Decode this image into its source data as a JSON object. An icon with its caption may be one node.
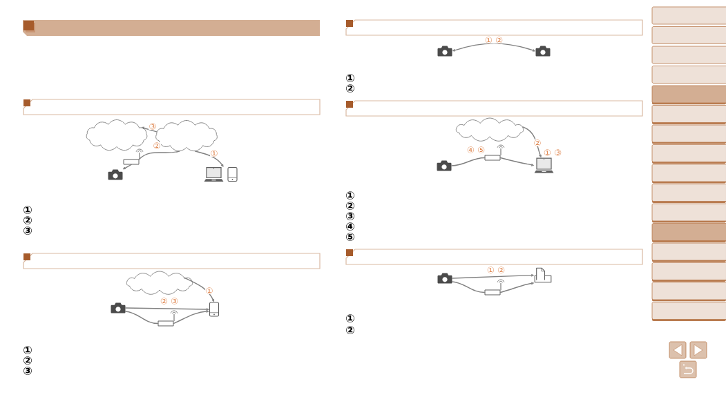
{
  "diagram": {
    "nodes": [
      {
        "text": [],
        "shape": "cloud"
      },
      {
        "text": [],
        "shape": "cloud"
      },
      {
        "text": [],
        "shape": "picture"
      },
      {
        "text": [],
        "shape": "picture"
      },
      {
        "text": [],
        "shape": "picture"
      },
      {
        "text": [],
        "shape": "picture"
      },
      {
        "text": [],
        "shape": "cloud"
      },
      {
        "text": [],
        "shape": "picture"
      },
      {
        "text": [],
        "shape": "picture"
      },
      {
        "text": [],
        "shape": "picture"
      },
      {
        "text": [],
        "shape": "picture"
      },
      {
        "text": [],
        "shape": "picture"
      },
      {
        "text": [],
        "shape": "cloud"
      },
      {
        "text": [],
        "shape": "picture"
      },
      {
        "text": [],
        "shape": "picture",
        "beside": [
          "④ ⑤"
        ]
      },
      {
        "text": [],
        "shape": "picture",
        "beside": [
          "① ③"
        ]
      },
      {
        "text": [],
        "shape": "picture"
      },
      {
        "text": [],
        "shape": "picture"
      },
      {
        "text": [],
        "shape": "picture"
      }
    ],
    "edges": [
      {
        "from": 1,
        "to": 0,
        "arrow": "to",
        "label": "③"
      },
      {
        "from": 1,
        "to": 2,
        "arrow": "none",
        "label": "②"
      },
      {
        "from": 2,
        "to": 3,
        "arrow": "to"
      },
      {
        "from": 1,
        "to": 4,
        "arrow": "to",
        "label": "①"
      },
      {
        "from": 6,
        "to": 8,
        "arrow": "to",
        "label": "①"
      },
      {
        "from": 7,
        "to": 8,
        "arrow": "to",
        "label": "② ③"
      },
      {
        "from": 7,
        "to": 9,
        "arrow": "none"
      },
      {
        "from": 9,
        "to": 8,
        "arrow": "to"
      },
      {
        "from": 10,
        "to": 11,
        "arrow": "both",
        "label": "① ②"
      },
      {
        "from": 12,
        "to": 15,
        "arrow": "to",
        "label": "②"
      },
      {
        "from": 13,
        "to": 14,
        "arrow": "none"
      },
      {
        "from": 14,
        "to": 15,
        "arrow": "to"
      },
      {
        "from": 16,
        "to": 17,
        "arrow": "to",
        "label": "① ②"
      },
      {
        "from": 16,
        "to": 18,
        "arrow": "none"
      },
      {
        "from": 18,
        "to": 17,
        "arrow": "to"
      }
    ],
    "labels": [
      "①",
      "②",
      "③",
      "①",
      "②",
      "③",
      "①",
      "②",
      "①",
      "②",
      "③",
      "④",
      "⑤",
      "①",
      "②"
    ]
  }
}
